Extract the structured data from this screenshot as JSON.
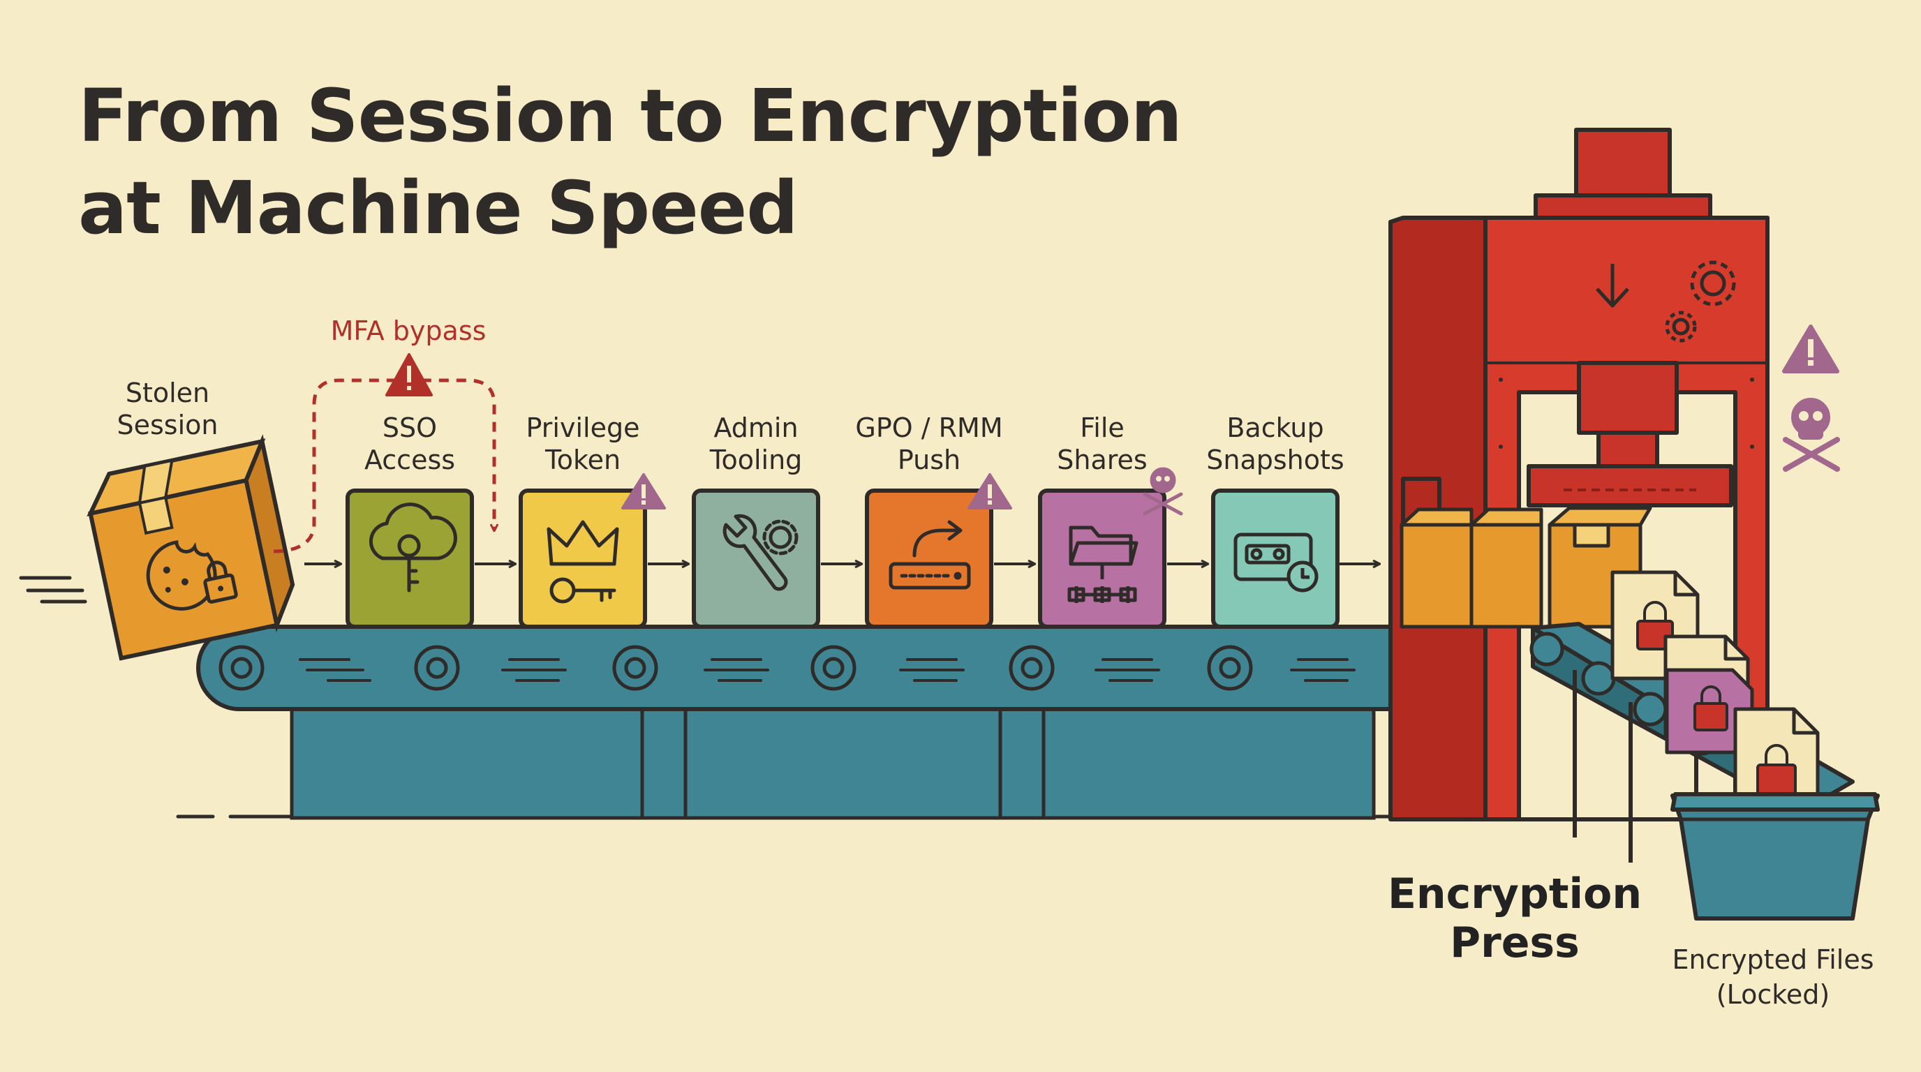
{
  "diagram": {
    "title_lines": [
      "From Session to Encryption",
      "at Machine Speed"
    ],
    "stages": [
      {
        "id": "stolen-session",
        "lines": [
          "Stolen",
          "Session"
        ],
        "icon": "cookie-lock-icon",
        "color": "#e69a2e"
      },
      {
        "id": "sso-access",
        "lines": [
          "SSO",
          "Access"
        ],
        "icon": "cloud-key-icon",
        "color": "#9aa333"
      },
      {
        "id": "privilege-token",
        "lines": [
          "Privilege",
          "Token"
        ],
        "icon": "crown-key-icon",
        "color": "#f1c948"
      },
      {
        "id": "admin-tooling",
        "lines": [
          "Admin",
          "Tooling"
        ],
        "icon": "wrench-gear-icon",
        "color": "#8fb09e"
      },
      {
        "id": "gpo-rmm-push",
        "lines": [
          "GPO / RMM",
          "Push"
        ],
        "icon": "router-push-icon",
        "color": "#e5772c"
      },
      {
        "id": "file-shares",
        "lines": [
          "File",
          "Shares"
        ],
        "icon": "folder-network-icon",
        "color": "#b871a3"
      },
      {
        "id": "backup-snapshots",
        "lines": [
          "Backup",
          "Snapshots"
        ],
        "icon": "tape-clock-icon",
        "color": "#84c8b5"
      }
    ],
    "bypass_label": "MFA bypass",
    "press_lines": [
      "Encryption",
      "Press"
    ],
    "output_lines": [
      "Encrypted Files",
      "(Locked)"
    ],
    "colors": {
      "background": "#f7ecc8",
      "belt": "#3f8593",
      "press": "#d63b2b",
      "press_dark": "#b32b20",
      "warning": "#b1302a",
      "danger_mark": "#a2678d",
      "outline": "#2e2b29"
    }
  }
}
